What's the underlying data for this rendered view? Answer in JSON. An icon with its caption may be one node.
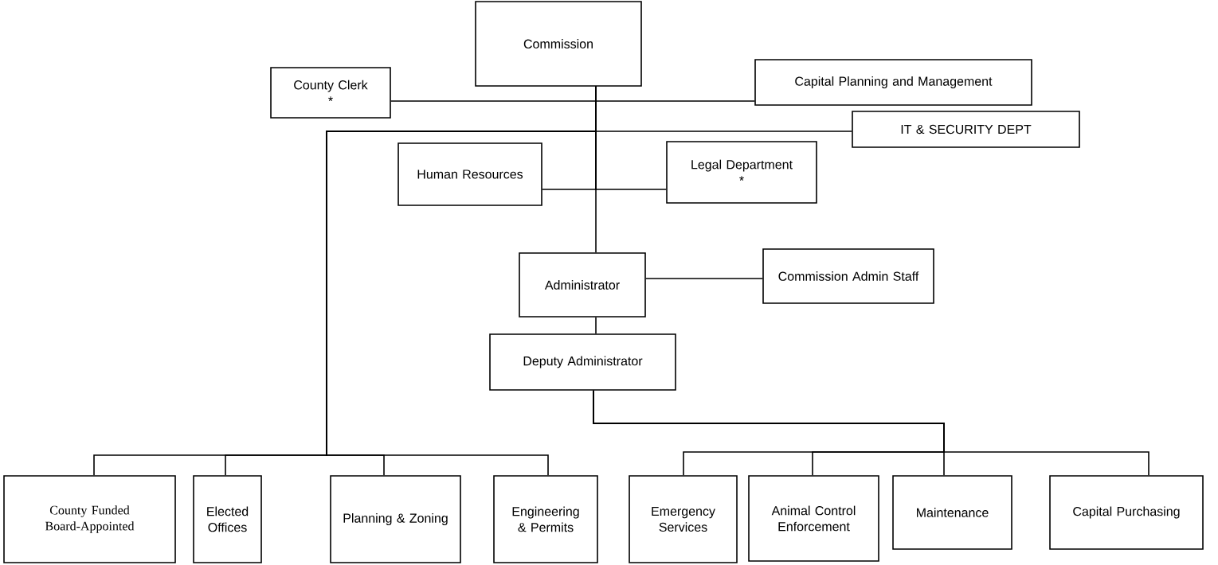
{
  "diagram": {
    "nodes": [
      {
        "text": [
          "Commission"
        ]
      },
      {
        "text": [
          "County Clerk",
          "*"
        ]
      },
      {
        "text": [
          "Capital Planning and Management"
        ]
      },
      {
        "text": [
          "IT & SECURITY DEPT"
        ]
      },
      {
        "text": [
          "Human Resources"
        ]
      },
      {
        "text": [
          "Legal Department",
          "*"
        ]
      },
      {
        "text": [
          "Administrator"
        ]
      },
      {
        "text": [
          "Commission Admin Staff"
        ]
      },
      {
        "text": [
          "Deputy Administrator"
        ]
      },
      {
        "text": [
          "County Funded Board-Appointed"
        ]
      },
      {
        "text": [
          "Elected Offices"
        ]
      },
      {
        "text": [
          "Planning & Zoning"
        ]
      },
      {
        "text": [
          "Engineering & Permits"
        ]
      },
      {
        "text": [
          "Emergency Services"
        ]
      },
      {
        "text": [
          "Animal Control Enforcement"
        ]
      },
      {
        "text": [
          "Maintenance"
        ]
      },
      {
        "text": [
          "Capital Purchasing"
        ]
      }
    ],
    "edges": [
      {
        "from": 0,
        "to": 1,
        "arrow": "none"
      },
      {
        "from": 0,
        "to": 2,
        "arrow": "none"
      },
      {
        "from": 0,
        "to": 3,
        "arrow": "none"
      },
      {
        "from": 0,
        "to": 9,
        "arrow": "none"
      },
      {
        "from": 0,
        "to": 10,
        "arrow": "none"
      },
      {
        "from": 0,
        "to": 11,
        "arrow": "none"
      },
      {
        "from": 0,
        "to": 12,
        "arrow": "none"
      },
      {
        "from": 0,
        "to": 4,
        "arrow": "none"
      },
      {
        "from": 0,
        "to": 5,
        "arrow": "none"
      },
      {
        "from": 0,
        "to": 6,
        "arrow": "none"
      },
      {
        "from": 6,
        "to": 7,
        "arrow": "none"
      },
      {
        "from": 6,
        "to": 8,
        "arrow": "none"
      },
      {
        "from": 8,
        "to": 13,
        "arrow": "none"
      },
      {
        "from": 8,
        "to": 14,
        "arrow": "none"
      },
      {
        "from": 8,
        "to": 15,
        "arrow": "none"
      },
      {
        "from": 8,
        "to": 16,
        "arrow": "none"
      }
    ]
  }
}
